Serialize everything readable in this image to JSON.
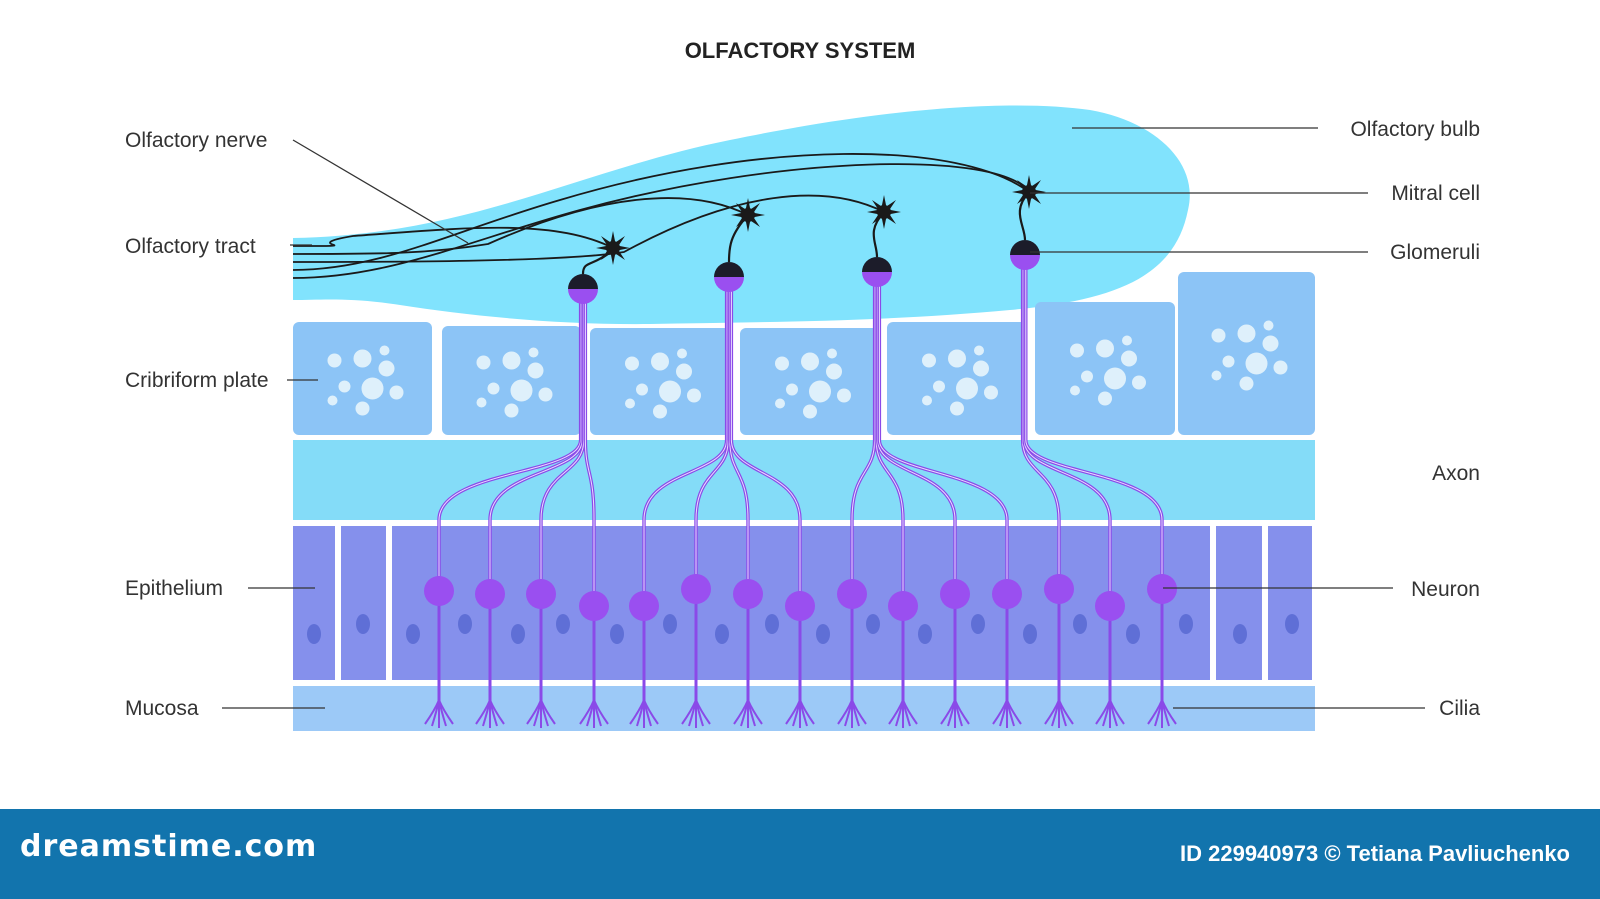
{
  "title": "OLFACTORY SYSTEM",
  "labels": {
    "olfactory_nerve": "Olfactory nerve",
    "olfactory_tract": "Olfactory tract",
    "cribriform_plate": "Cribriform plate",
    "epithelium": "Epithelium",
    "mucosa": "Mucosa",
    "olfactory_bulb": "Olfactory bulb",
    "mitral_cell": "Mitral cell",
    "glomeruli": "Glomeruli",
    "axon": "Axon",
    "neuron": "Neuron",
    "cilia": "Cilia"
  },
  "footer": {
    "brand": "dreamstime.com",
    "credit": "ID 229940973 © Tetiana Pavliuchenko"
  },
  "colors": {
    "bulb": "#81e3fd",
    "axon_layer": "#84dcf8",
    "plate": "#8cc4f6",
    "pore": "#def0fb",
    "epithelium": "#8590ec",
    "mucosa": "#9cc9f7",
    "neuron": "#9a4ff0",
    "fiber": "#8a4ae8",
    "glomerulus_top": "#1c1c2a",
    "mitral": "#1a1a1a",
    "footer": "#1274ad"
  }
}
